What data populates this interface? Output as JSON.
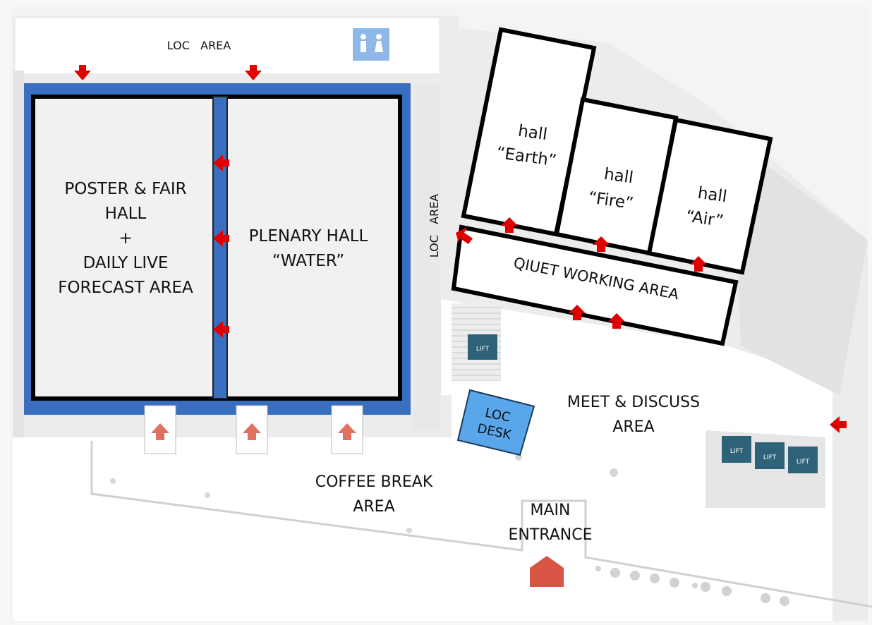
{
  "labels": {
    "loc_area_top": "LOC   AREA",
    "loc_area_side": "LOC   AREA",
    "poster": [
      "POSTER & FAIR",
      "HALL",
      "+",
      "DAILY LIVE",
      "FORECAST AREA"
    ],
    "plenary": [
      "PLENARY HALL",
      "“WATER”"
    ],
    "earth": [
      "hall",
      "“Earth”"
    ],
    "fire": [
      "hall",
      "“Fire”"
    ],
    "air": [
      "hall",
      "“Air”"
    ],
    "quiet": "QIUET WORKING AREA",
    "loc_desk": [
      "LOC",
      "DESK"
    ],
    "meet": [
      "MEET & DISCUSS",
      "AREA"
    ],
    "coffee": [
      "COFFEE BREAK",
      "AREA"
    ],
    "entrance": [
      "MAIN",
      "ENTRANCE"
    ],
    "lift": "LIFT"
  },
  "icons": {
    "restroom": "restroom-icon",
    "arrow": "red-arrow-icon"
  },
  "colors": {
    "hall_fill": "#f1f1f1",
    "hall_border": "#000000",
    "blue_band": "#3a6fc0",
    "loc_desk": "#5aa6ea",
    "lift": "#2e6278",
    "arrow": "#e00000",
    "entrance": "#d85445",
    "floor": "#ececec"
  }
}
